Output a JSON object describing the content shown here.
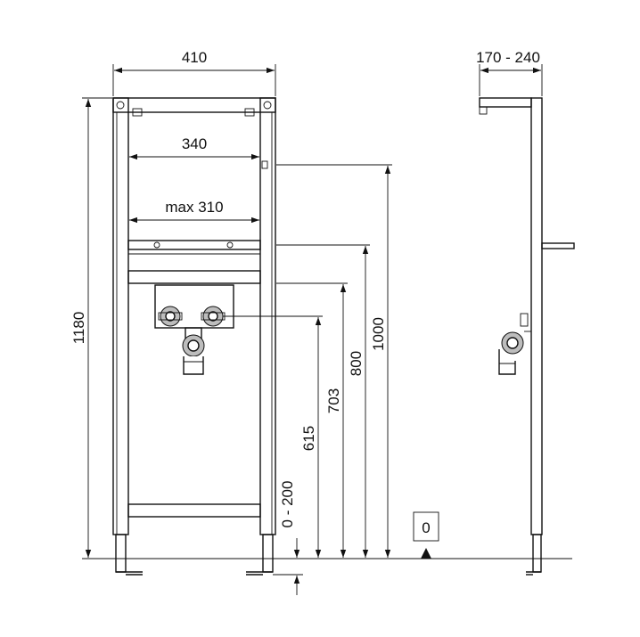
{
  "dimensions": {
    "width_total": "410",
    "width_inner": "340",
    "width_max": "max 310",
    "depth_range": "170 - 240",
    "height_total": "1180",
    "height_1000": "1000",
    "height_800": "800",
    "height_703": "703",
    "height_615": "615",
    "foot_adjust": "0 - 200"
  },
  "floor_marker": {
    "label": "0"
  },
  "colors": {
    "line": "#111111",
    "fill_gray": "#bdbdbd",
    "background": "#ffffff"
  }
}
